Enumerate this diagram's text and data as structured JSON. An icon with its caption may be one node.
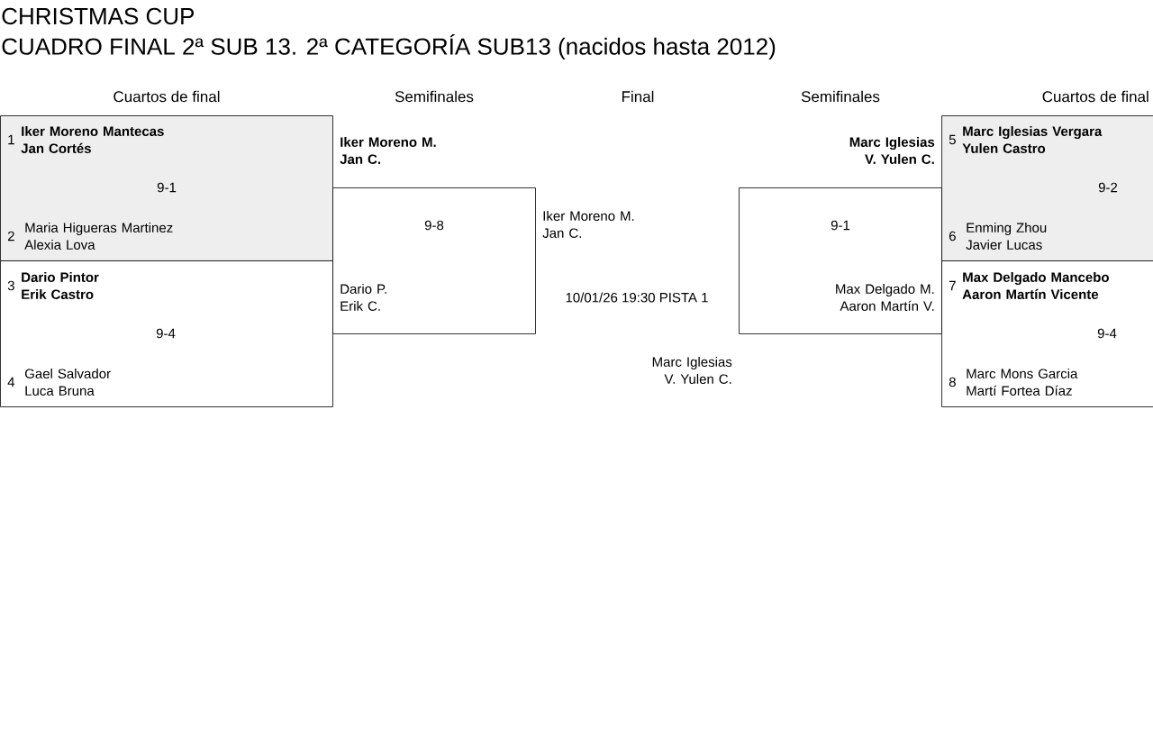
{
  "diagram": {
    "title": "CHRISTMAS CUP",
    "nodes": [
      {
        "text": [
          "1",
          "Iker Moreno Mantecas Jan Cortés",
          "9-1",
          "2",
          "Maria Higueras Martinez Alexia Lova"
        ]
      },
      {
        "text": [
          "3",
          "Dario Pintor Erik Castro",
          "9-4",
          "4",
          "Gael Salvador Luca Bruna"
        ]
      },
      {
        "text": [
          "Iker Moreno M. Jan C.",
          "9-8",
          "Dario P. Erik C."
        ]
      },
      {
        "text": [
          "Marc Iglesias V. Yulen C.",
          "9-1",
          "Max Delgado M. Aaron Martín V."
        ]
      },
      {
        "text": [
          "5",
          "Marc Iglesias Vergara Yulen Castro",
          "9-2",
          "6",
          "Enming Zhou Javier Lucas"
        ]
      },
      {
        "text": [
          "7",
          "Max Delgado Mancebo Aaron Martín Vicente",
          "9-4",
          "8",
          "Marc Mons Garcia Martí Fortea Díaz"
        ]
      }
    ],
    "labels": [
      "CUADRO FINAL 2ª SUB 13. 2ª CATEGORÍA SUB13 (nacidos hasta 2012)",
      "Cuartos de final",
      "Semifinales",
      "Final",
      "Semifinales",
      "Cuartos de final",
      "Iker Moreno M. Jan C.",
      "10/01/26 19:30 PISTA 1",
      "Marc Iglesias V. Yulen C."
    ]
  }
}
